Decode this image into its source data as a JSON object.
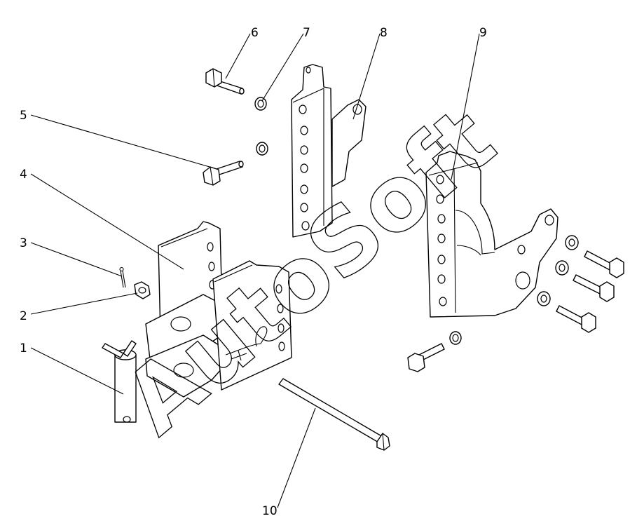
{
  "callouts": [
    {
      "id": "1",
      "label": "1"
    },
    {
      "id": "2",
      "label": "2"
    },
    {
      "id": "3",
      "label": "3"
    },
    {
      "id": "4",
      "label": "4"
    },
    {
      "id": "5",
      "label": "5"
    },
    {
      "id": "6",
      "label": "6"
    },
    {
      "id": "7",
      "label": "7"
    },
    {
      "id": "8",
      "label": "8"
    },
    {
      "id": "9",
      "label": "9"
    },
    {
      "id": "10",
      "label": "10"
    }
  ],
  "watermark": "AutoSoft"
}
